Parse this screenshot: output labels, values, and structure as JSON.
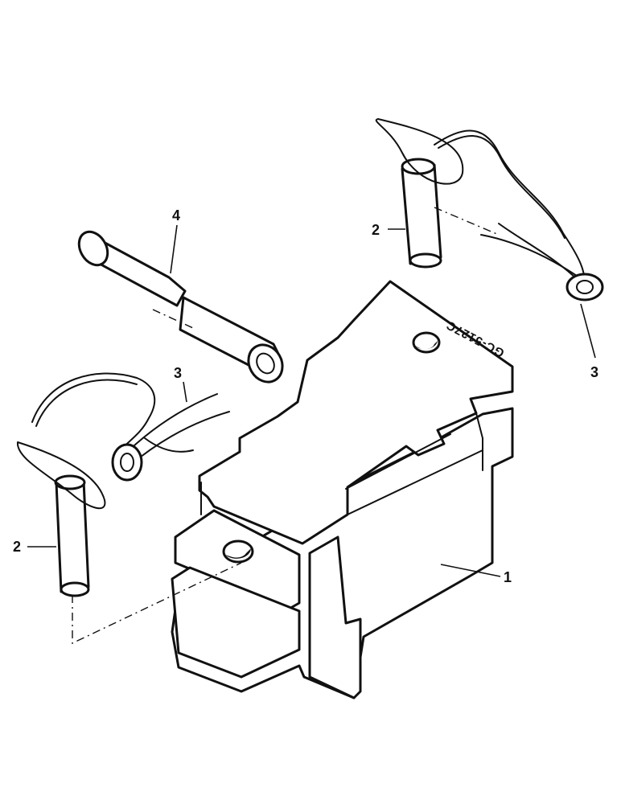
{
  "diagram": {
    "reference_code": "GC-5127C",
    "callouts": [
      {
        "id": "main-body",
        "label": "1"
      },
      {
        "id": "pin-right",
        "label": "2"
      },
      {
        "id": "pin-left",
        "label": "2"
      },
      {
        "id": "clip-right",
        "label": "3"
      },
      {
        "id": "clip-left",
        "label": "3"
      },
      {
        "id": "sleeve",
        "label": "4"
      }
    ]
  }
}
